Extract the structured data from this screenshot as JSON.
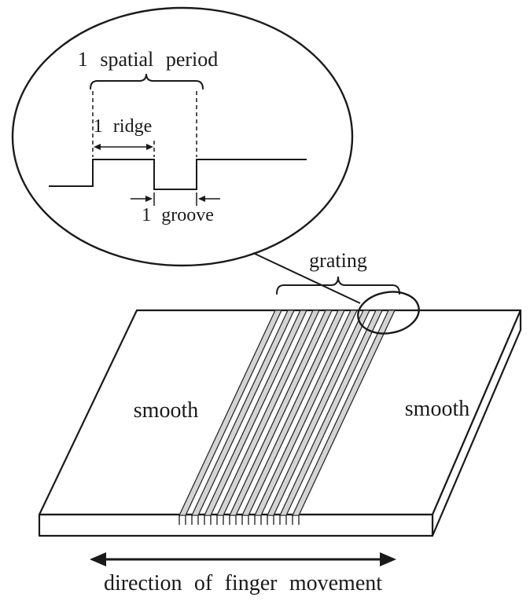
{
  "figure": {
    "inset": {
      "spatial_period_label": "1 spatial period",
      "ridge_label": "1 ridge",
      "groove_label": "1 groove"
    },
    "plate": {
      "grating_label": "grating",
      "smooth_left_label": "smooth",
      "smooth_right_label": "smooth"
    },
    "caption": "direction of finger movement",
    "colors": {
      "line": "#1a1a1a",
      "ridge_fill": "#d4d4d4",
      "background": "#ffffff"
    }
  }
}
